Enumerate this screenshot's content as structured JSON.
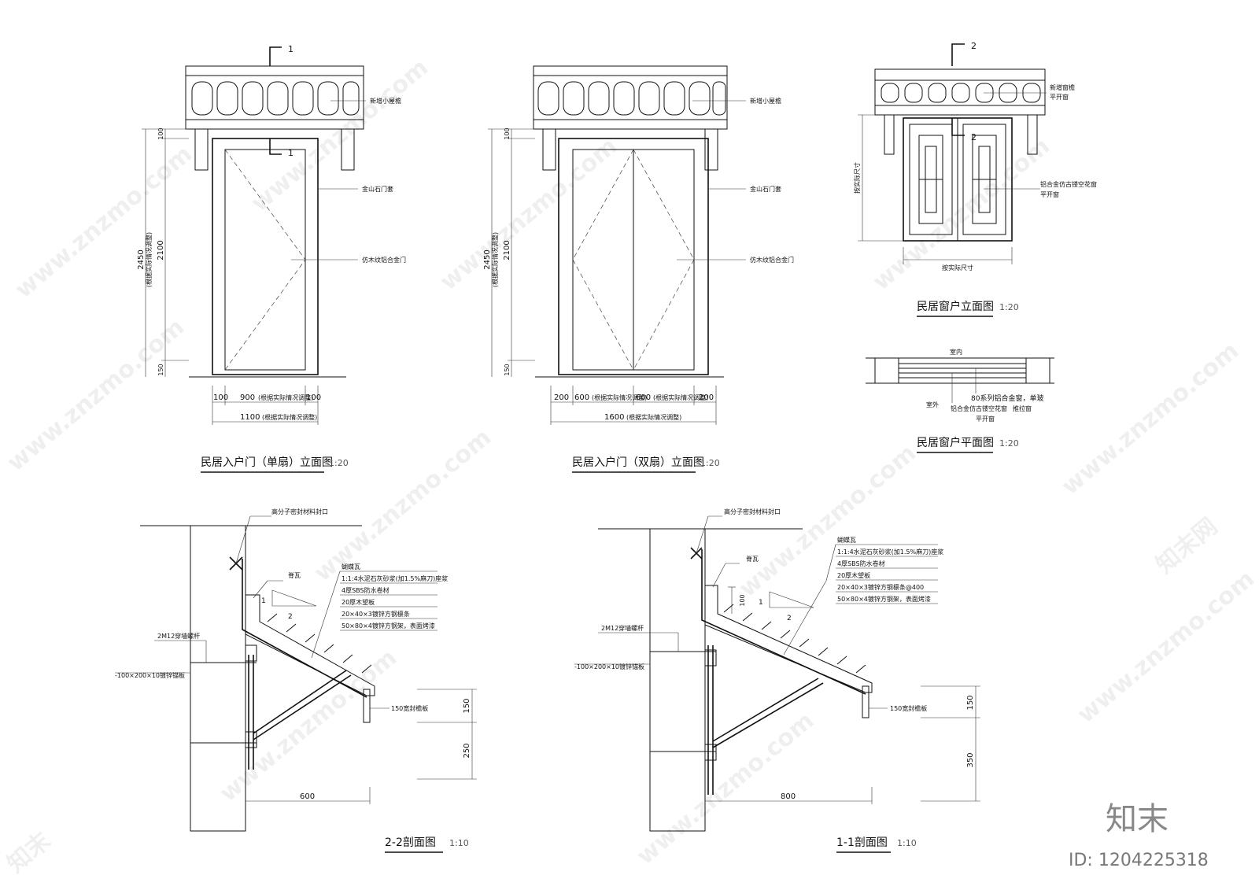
{
  "views": {
    "single_door": {
      "title": "民居入户门（单扇）立面图",
      "scale": "1:20",
      "section_mark": "1",
      "labels": {
        "eave": "新增小屋檐",
        "frame": "金山石门套",
        "door": "仿木纹铝合金门"
      },
      "dims": {
        "total_height": "2450",
        "total_height_note": "(根据实际情况调整)",
        "top": "100",
        "door_height": "2100",
        "sill": "150",
        "frame_left": "100",
        "door_width": "900",
        "door_width_note": "(根据实际情况调整)",
        "frame_right": "100",
        "total_width": "1100",
        "total_width_note": "(根据实际情况调整)"
      }
    },
    "double_door": {
      "title": "民居入户门（双扇）立面图",
      "scale": "1:20",
      "labels": {
        "eave": "新增小屋檐",
        "frame": "金山石门套",
        "door": "仿木纹铝合金门"
      },
      "dims": {
        "total_height": "2450",
        "total_height_note": "(根据实际情况调整)",
        "top": "100",
        "door_height": "2100",
        "sill": "150",
        "frame_left": "200",
        "leaf_left": "600",
        "leaf_left_note": "(根据实际情况调整)",
        "leaf_right": "600",
        "leaf_right_note": "(根据实际情况调整)",
        "frame_right": "200",
        "total_width": "1600",
        "total_width_note": "(根据实际情况调整)"
      }
    },
    "window_elevation": {
      "title": "民居窗户立面图",
      "scale": "1:20",
      "section_mark": "2",
      "labels": {
        "eave_1": "新增窗檐",
        "eave_2": "平开窗",
        "window_1": "铝合金仿古镂空花窗",
        "window_2": "平开窗",
        "height": "按实际尺寸",
        "width": "按实际尺寸"
      }
    },
    "window_plan": {
      "title": "民居窗户平面图",
      "scale": "1:20",
      "labels": {
        "inside": "室内",
        "outside": "室外",
        "note_1": "80系列铝合金窗，单玻",
        "note_2": "推拉窗",
        "note_3": "铝合金仿古镂空花窗",
        "note_4": "平开窗"
      }
    },
    "section_22": {
      "title": "2-2剖面图",
      "scale": "1:10",
      "labels": {
        "sealant": "高分子密封材料封口",
        "ridge_tile": "脊瓦",
        "tile": "蝴蝶瓦",
        "mortar": "1:1:4水泥石灰砂浆(加1.5%麻刀)座浆",
        "sbs": "4厚SBS防水卷材",
        "board": "20厚木望板",
        "purlin": "20×40×3镀锌方钢檩条",
        "frame": "50×80×4镀锌方钢架，表面烤漆",
        "bolt": "2M12穿墙螺杆",
        "plate": "-100×200×10镀锌锚板",
        "fascia": "150宽封檐板"
      },
      "dims": {
        "d1": "150",
        "d2": "250",
        "width": "600",
        "slope_rise": "1",
        "slope_run": "2"
      }
    },
    "section_11": {
      "title": "1-1剖面图",
      "scale": "1:10",
      "labels": {
        "sealant": "高分子密封材料封口",
        "ridge_tile": "脊瓦",
        "tile": "蝴蝶瓦",
        "mortar": "1:1:4水泥石灰砂浆(加1.5%麻刀)座浆",
        "sbs": "4厚SBS防水卷材",
        "board": "20厚木望板",
        "purlin": "20×40×3镀锌方钢檩条@400",
        "frame": "50×80×4镀锌方钢架，表面烤漆",
        "bolt": "2M12穿墙螺杆",
        "plate": "-100×200×10镀锌锚板",
        "fascia": "150宽封檐板"
      },
      "dims": {
        "ridge_h": "100",
        "d1": "150",
        "d2": "350",
        "width": "800",
        "slope_rise": "1",
        "slope_run": "2"
      }
    }
  },
  "watermarks": {
    "brand": "知末",
    "site": "www.znzmo.com",
    "site_cn": "知末网"
  },
  "branding": {
    "logo": "知末",
    "id": "ID: 1204225318"
  }
}
